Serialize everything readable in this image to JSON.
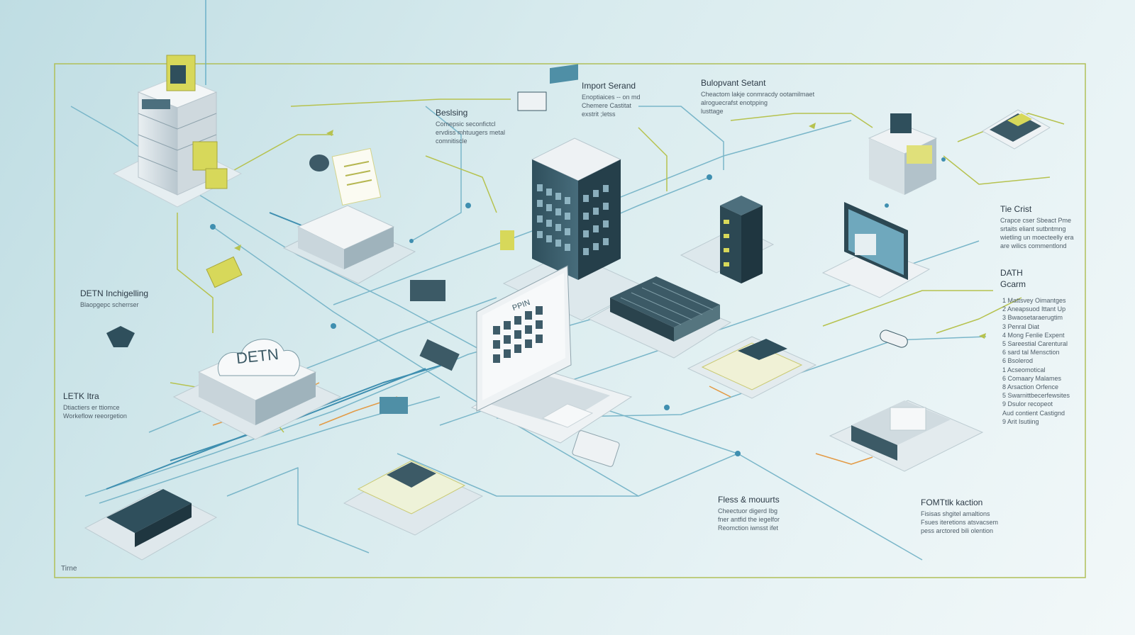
{
  "frame_label": "Tirne",
  "import_block": {
    "title": "Import Serand",
    "lines": [
      "Enoptiaices -- on md",
      "Chemere Castitat",
      "exstrit ;letss"
    ]
  },
  "blueprint_block": {
    "title": "Bulopvant Setant",
    "lines": [
      "Cheactom lakje conmracdy ootamilmaet",
      "alroguecrafst enotpping",
      "lusttage"
    ]
  },
  "besising_block": {
    "title": "Beslsing",
    "lines": [
      "Comepsic seconfictcl",
      "ervdiss mhtuugers metal",
      "comnitiscle"
    ]
  },
  "detn_block": {
    "title": "DETN Inchigelling",
    "lines": [
      "Blaopgepc scherrser"
    ]
  },
  "letk_block": {
    "title": "LETK Itra",
    "lines": [
      "Dtiactiers er ttiomce",
      "Workeflow reeorgetion"
    ]
  },
  "cloud_label": "DETN",
  "laptop_label": "PPIN",
  "right_block": {
    "title": "Tie Crist",
    "lines": [
      "Crapce cser Sbeact Pme",
      "srtaits eliant sutbntmng",
      "wietling un moecteelly era",
      "are wilics commentlond"
    ]
  },
  "data_block": {
    "title": "DATH",
    "subtitle": "Gcarm",
    "items": [
      "1  Mattsvey Oimantges",
      "2  Aneapsuod Ittant Up",
      "3  Bwaosetaraerugtim",
      "3  Penral Diat",
      "4  Mong Fenlie Expent",
      "5  Sareestial Carentural",
      "6  sard tal Mensction",
      "6  Bsolerod",
      "1  Acseomotical",
      "6  Comaary Malames",
      "8  Arsaction Orfence",
      "5  Swarnittbecerfewsites",
      "9  Dsulor recopeot",
      "    Aud contient Castignd",
      "9  Arit Isutiing"
    ]
  },
  "flows_block": {
    "title": "Fless & mouurts",
    "lines": [
      "Cheectuor digerd Ibg",
      "fner antfid the iegelfor",
      "Reomction iwnsst ifet"
    ]
  },
  "fomt_block": {
    "title": "FOMTtlk kaction",
    "lines": [
      "Fisisas shgitel amaltions",
      "Fsues iteretions atsvacsem",
      "pess arctored bili olention"
    ]
  },
  "colors": {
    "teal": "#4f8fa6",
    "navy": "#2f4f5c",
    "olive": "#a8b84a",
    "lime": "#d7d85a",
    "orange": "#e39a45",
    "frame": "#b0bf58",
    "line_blue": "#6ab0c8"
  }
}
